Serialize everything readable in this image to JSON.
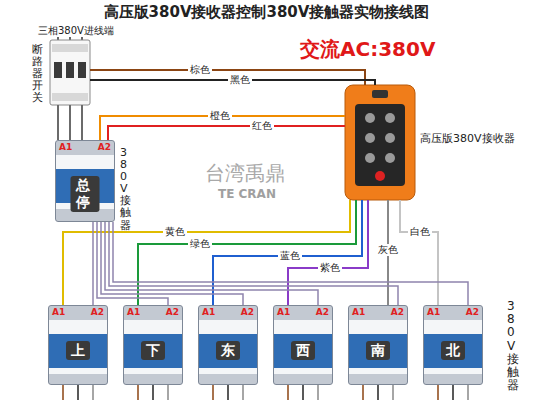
{
  "diagram": {
    "title": "高压版380V接收器控制380V接触器实物接线图",
    "nodes": [
      {
        "text": [
          "断路器开关"
        ]
      },
      {
        "text": [
          "高压版380V接收器"
        ]
      },
      {
        "text": [
          "380V接触器",
          "A1",
          "A2",
          "总停"
        ]
      },
      {
        "text": [
          "A1",
          "A2",
          "上"
        ]
      },
      {
        "text": [
          "A1",
          "A2",
          "下"
        ]
      },
      {
        "text": [
          "A1",
          "A2",
          "东"
        ]
      },
      {
        "text": [
          "A1",
          "A2",
          "西"
        ]
      },
      {
        "text": [
          "A1",
          "A2",
          "南"
        ]
      },
      {
        "text": [
          "A1",
          "A2",
          "北"
        ]
      }
    ],
    "edges": [
      {
        "from": 0,
        "to": 1,
        "arrow": "none",
        "label": "棕色"
      },
      {
        "from": 0,
        "to": 1,
        "arrow": "none",
        "label": "黑色"
      },
      {
        "from": 1,
        "to": 2,
        "arrow": "none",
        "label": "橙色"
      },
      {
        "from": 1,
        "to": 2,
        "arrow": "none",
        "label": "红色"
      },
      {
        "from": 1,
        "to": 3,
        "arrow": "none",
        "label": "黄色"
      },
      {
        "from": 1,
        "to": 4,
        "arrow": "none",
        "label": "绿色"
      },
      {
        "from": 1,
        "to": 5,
        "arrow": "none",
        "label": "蓝色"
      },
      {
        "from": 1,
        "to": 6,
        "arrow": "none",
        "label": "紫色"
      },
      {
        "from": 1,
        "to": 7,
        "arrow": "none",
        "label": "灰色"
      },
      {
        "from": 1,
        "to": 8,
        "arrow": "none",
        "label": "白色"
      },
      {
        "from": 0,
        "to": 2,
        "arrow": "none"
      },
      {
        "from": 2,
        "to": 3,
        "arrow": "none"
      },
      {
        "from": 2,
        "to": 4,
        "arrow": "none"
      },
      {
        "from": 2,
        "to": 5,
        "arrow": "none"
      },
      {
        "from": 2,
        "to": 6,
        "arrow": "none"
      },
      {
        "from": 2,
        "to": 7,
        "arrow": "none"
      },
      {
        "from": 2,
        "to": 8,
        "arrow": "none"
      }
    ],
    "labels": [
      "三相380V进线端",
      "交流AC:380V",
      "380V接触器",
      "台湾禹鼎",
      "TE CRAN"
    ]
  }
}
